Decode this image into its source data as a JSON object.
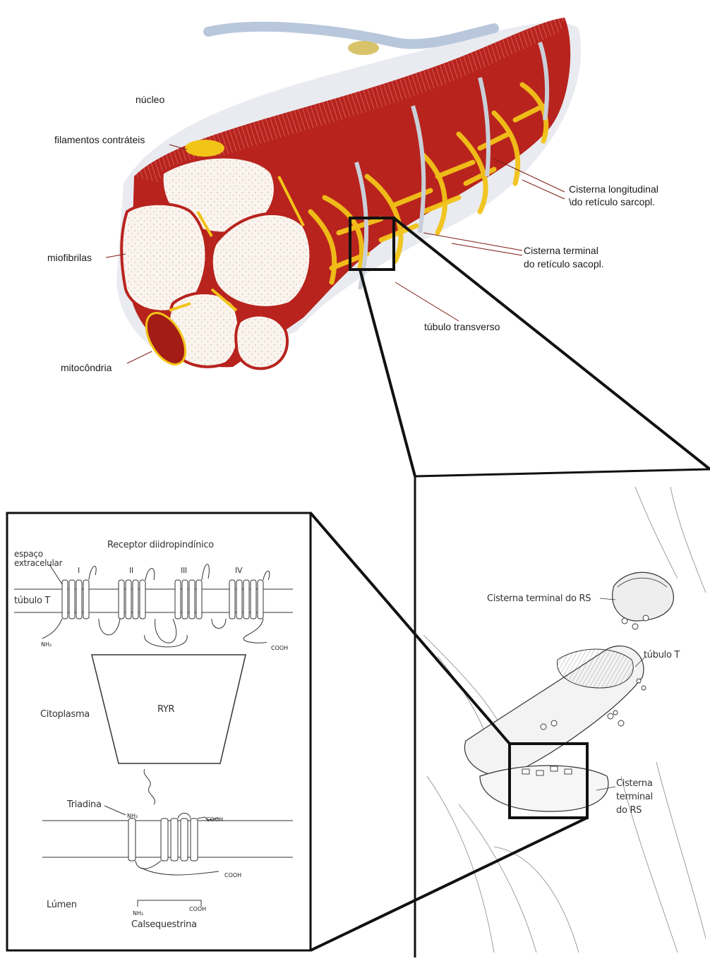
{
  "top_panel": {
    "labels": {
      "nucleus": "núcleo",
      "contractile_filaments": "filamentos contráteis",
      "myofibrils": "miofibrilas",
      "mitochondria": "mitocôndria",
      "longitudinal_cistern_line1": "Cisterna longitudinal",
      "longitudinal_cistern_line2": "\\do retículo sarcopl.",
      "terminal_cistern_line1": "Cisterna terminal",
      "terminal_cistern_line2": "do retículo sacopl.",
      "transverse_tubule": "túbulo transverso"
    }
  },
  "right_panel": {
    "labels": {
      "terminal_cistern_rs": "Cisterna terminal do RS",
      "t_tubule": "túbulo T",
      "terminal_cistern_line1": "Cisterna",
      "terminal_cistern_line2": "terminal",
      "terminal_cistern_line3": "do RS"
    }
  },
  "left_panel": {
    "labels": {
      "dihydropyridine_receptor": "Receptor diidropindínico",
      "extracellular_line1": "espaço",
      "extracellular_line2": "extracelular",
      "t_tubule": "túbulo T",
      "domain_1": "I",
      "domain_2": "II",
      "domain_3": "III",
      "domain_4": "IV",
      "nh2_top": "NH₂",
      "cooh_top": "COOH",
      "cytoplasm": "Citoplasma",
      "ryr": "RYR",
      "triadin": "Triadina",
      "nh2_triadin": "NH₂",
      "cooh_upper": "COOH",
      "cooh_lower": "COOH",
      "lumen": "Lúmen",
      "nh2_calseq": "NH₂",
      "cooh_calseq": "COOH",
      "calsequestrin": "Calsequestrina"
    }
  },
  "colors": {
    "muscle_red": "#b8231e",
    "dark_red": "#8e1612",
    "sr_yellow": "#f2c418",
    "myofibril_fill": "#fbf4ee",
    "membrane_grey": "#c9cfd8",
    "line": "#1a1a1a"
  }
}
